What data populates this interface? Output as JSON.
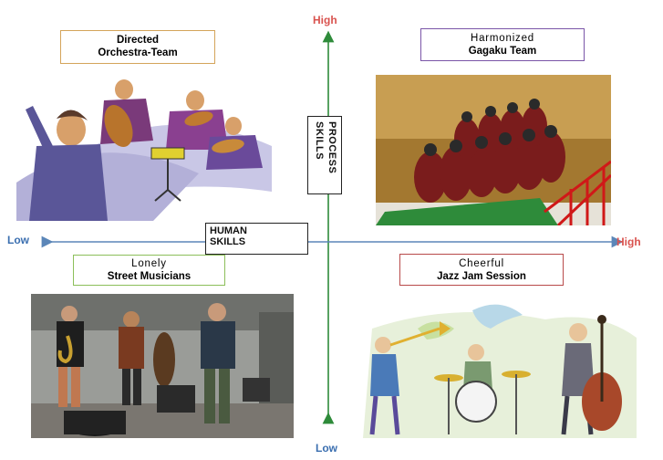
{
  "axes": {
    "top": "High",
    "bottom": "Low",
    "left": "Low",
    "right": "High",
    "vertical_label": [
      "PROCESS",
      "SKILLS"
    ],
    "horizontal_label": [
      "HUMAN",
      "SKILLS"
    ]
  },
  "quadrants": {
    "top_left": {
      "line1": "Directed",
      "line2": "Orchestra-Team",
      "border": "#d4a45a"
    },
    "top_right": {
      "line1": "Harmonized",
      "line2": "Gagaku Team",
      "border": "#7a55a8"
    },
    "bottom_left": {
      "line1": "Lonely",
      "line2": "Street Musicians",
      "border": "#8cbf5a"
    },
    "bottom_right": {
      "line1": "Cheerful",
      "line2": "Jazz Jam Session",
      "border": "#b84a4a"
    }
  },
  "colors": {
    "axis": "#5b86b8",
    "axis_high": "#d9534f",
    "axis_low": "#3b6fb0",
    "vertical_axis": "#2e8b3a"
  }
}
